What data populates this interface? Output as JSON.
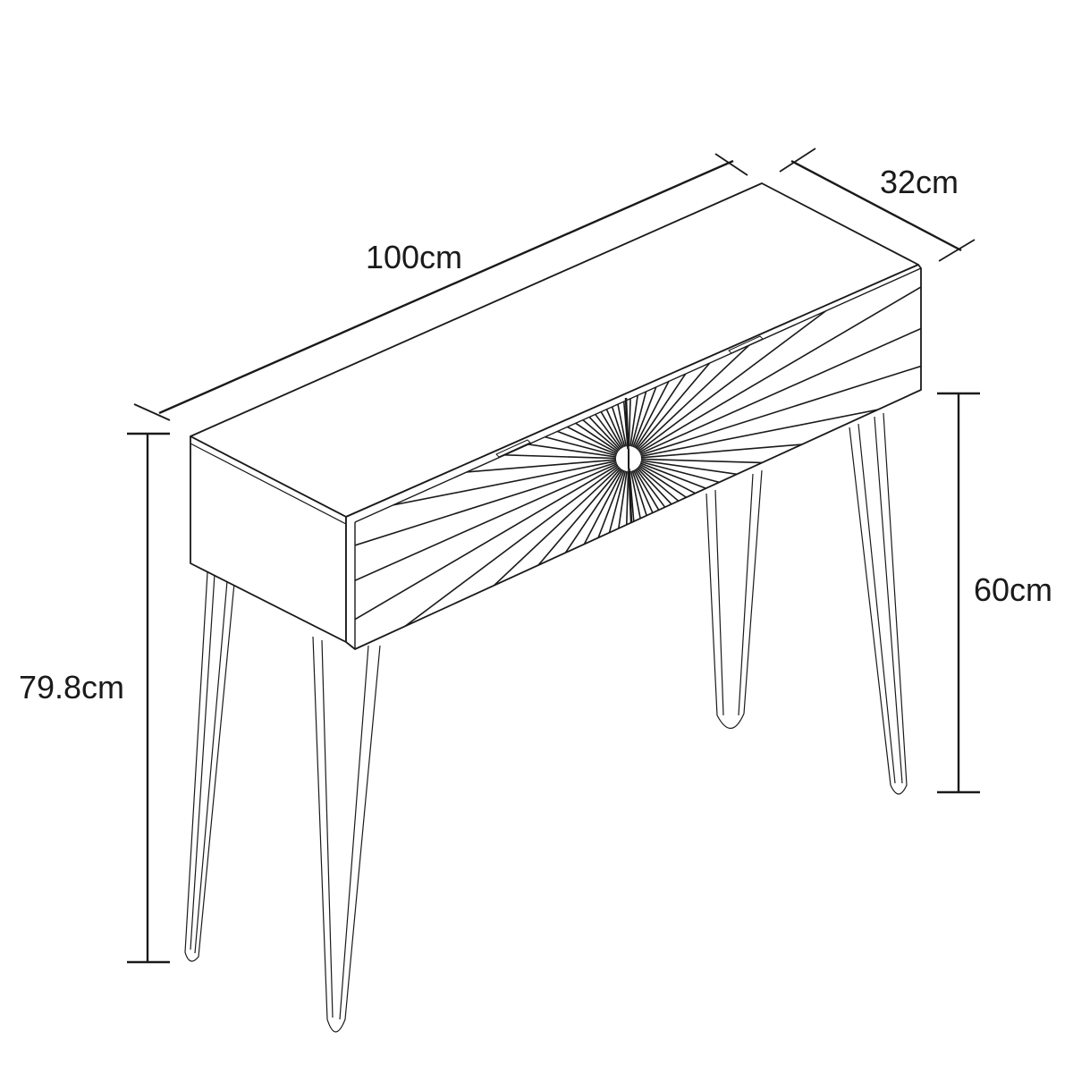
{
  "dimensions": {
    "width": "100cm",
    "depth": "32cm",
    "total_height": "79.8cm",
    "leg_height": "60cm"
  },
  "colors": {
    "line": "#1a1a1a",
    "background": "#ffffff"
  }
}
